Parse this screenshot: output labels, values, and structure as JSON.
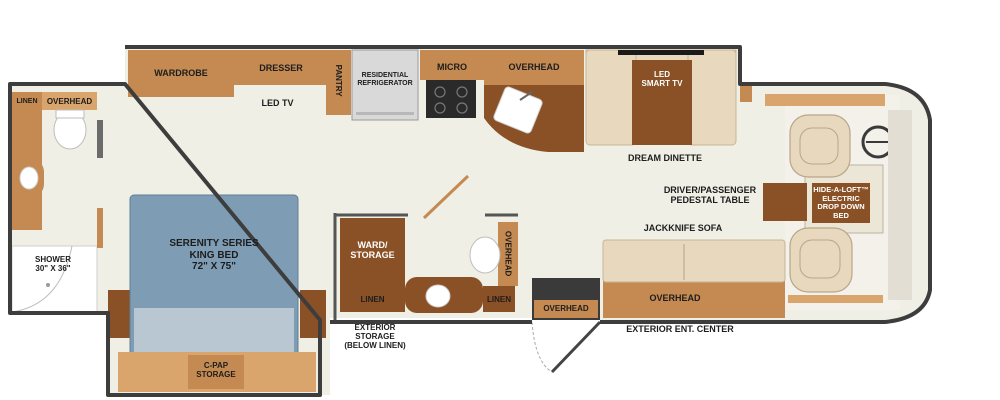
{
  "colors": {
    "wall": "#3d3d3d",
    "floor": "#f0efe5",
    "cabinet": "#c48a52",
    "cabinet_dark": "#8a5126",
    "cabinet_light": "#d9a56c",
    "bed": "#7e9db4",
    "upholstery": "#e8d8bd",
    "appliance_black": "#2a2a2a",
    "appliance_steel": "#d9d9d9",
    "fixture_white": "#ffffff"
  },
  "labels": {
    "wardrobe": "WARDROBE",
    "dresser": "DRESSER",
    "pantry": "PANTRY",
    "refrigerator": "RESIDENTIAL\nREFRIGERATOR",
    "micro": "MICRO",
    "overhead_kitchen": "OVERHEAD",
    "led_smart_tv": "LED\nSMART TV",
    "led_tv": "LED TV",
    "dream_dinette": "DREAM DINETTE",
    "linen_bath": "LINEN",
    "overhead_bath": "OVERHEAD",
    "shower": "SHOWER\n30\" X 36\"",
    "bed": "SERENITY SERIES\nKING BED\n72\" X 75\"",
    "cpap_storage": "C-PAP\nSTORAGE",
    "ward_storage": "WARD/\nSTORAGE",
    "linen_left": "LINEN",
    "linen_right": "LINEN",
    "overhead_half_bath": "OVERHEAD",
    "exterior_storage": "EXTERIOR\nSTORAGE\n(BELOW LINEN)",
    "overhead_entry": "OVERHEAD",
    "jackknife_sofa": "JACKKNIFE SOFA",
    "overhead_sofa": "OVERHEAD",
    "exterior_ent_center": "EXTERIOR ENT. CENTER",
    "pedestal_table": "DRIVER/PASSENGER\nPEDESTAL TABLE",
    "hide_a_loft": "HIDE-A-LOFT™\nELECTRIC\nDROP DOWN\nBED"
  }
}
